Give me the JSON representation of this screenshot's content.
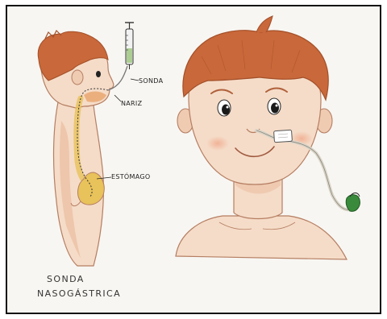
{
  "labels": {
    "sonda": "SONDA",
    "nariz": "NARIZ",
    "estomago": "ESTÓMAGO"
  },
  "caption": {
    "line1": "SONDA",
    "line2": "NASOGÁSTRICA"
  },
  "colors": {
    "skin": "#f5dcc8",
    "skin_shade": "#e9b89a",
    "hair": "#c9683a",
    "hair_dark": "#a3502a",
    "tube": "#d9d4c8",
    "tube_yellow": "#e8c25a",
    "clip_green": "#3a8a3c",
    "frame": "#111111",
    "paper": "#f8f6f2"
  }
}
